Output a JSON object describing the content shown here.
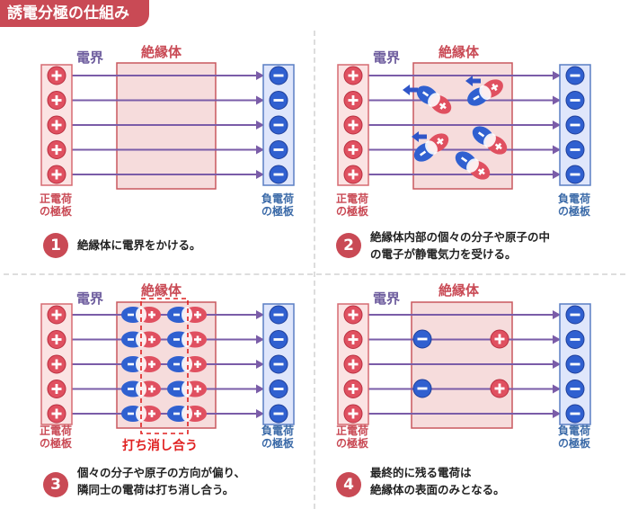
{
  "title": "誘電分極の仕組み",
  "labels": {
    "field": "電界",
    "insulator": "絶縁体",
    "positive_plate": [
      "正電荷",
      "の極板"
    ],
    "negative_plate": [
      "負電荷",
      "の極板"
    ],
    "cancel": "打ち消し合う"
  },
  "steps": [
    {
      "number": "1",
      "lines": [
        "絶縁体に電界をかける。"
      ]
    },
    {
      "number": "2",
      "lines": [
        "絶縁体内部の個々の分子や原子の中",
        "の電子が静電気力を受ける。"
      ]
    },
    {
      "number": "3",
      "lines": [
        "個々の分子や原子の方向が偏り、",
        "隣同士の電荷は打ち消し合う。"
      ]
    },
    {
      "number": "4",
      "lines": [
        "最終的に残る電荷は",
        "絶縁体の表面のみとなる。"
      ]
    }
  ],
  "colors": {
    "accent": "#c94a55",
    "positive": "#e05060",
    "negative": "#3060d0",
    "field_line": "#7a5ca8",
    "insulator_fill": "#f6dcdc"
  }
}
